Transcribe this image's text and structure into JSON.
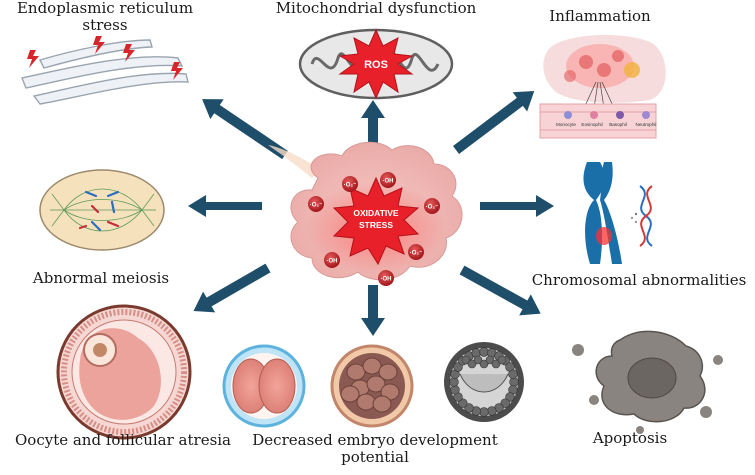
{
  "labels": {
    "er_stress": "Endoplasmic reticulum stress",
    "er_stress_line1": "Endoplasmic reticulum",
    "er_stress_line2": "stress",
    "mito": "Mitochondrial dysfunction",
    "inflammation": "Inflammation",
    "meiosis": "Abnormal meiosis",
    "chromosomal": "Chromosomal abnormalities",
    "oocyte": "Oocyte and follicular atresia",
    "embryo_line1": "Decreased embryo development",
    "embryo_line2": "potential",
    "apoptosis": "Apoptosis"
  },
  "center": {
    "label_line1": "OXIDATIVE",
    "label_line2": "STRESS",
    "radicals": [
      "·O₂⁻",
      "·OH",
      "·O₂⁻",
      "·O₂⁻",
      "·OH",
      "·O₂⁻",
      "·OH"
    ]
  },
  "mitochondria": {
    "ros_label": "ROS"
  },
  "inflammation_cells": [
    "Monocyte",
    "Eosinophil",
    "Basophil",
    "Neutrophil"
  ],
  "colors": {
    "arrow": "#1f4e6b",
    "burst": "#e8202a",
    "cloud": "#f2b8b4",
    "chromosome": "#1b6fa8"
  }
}
